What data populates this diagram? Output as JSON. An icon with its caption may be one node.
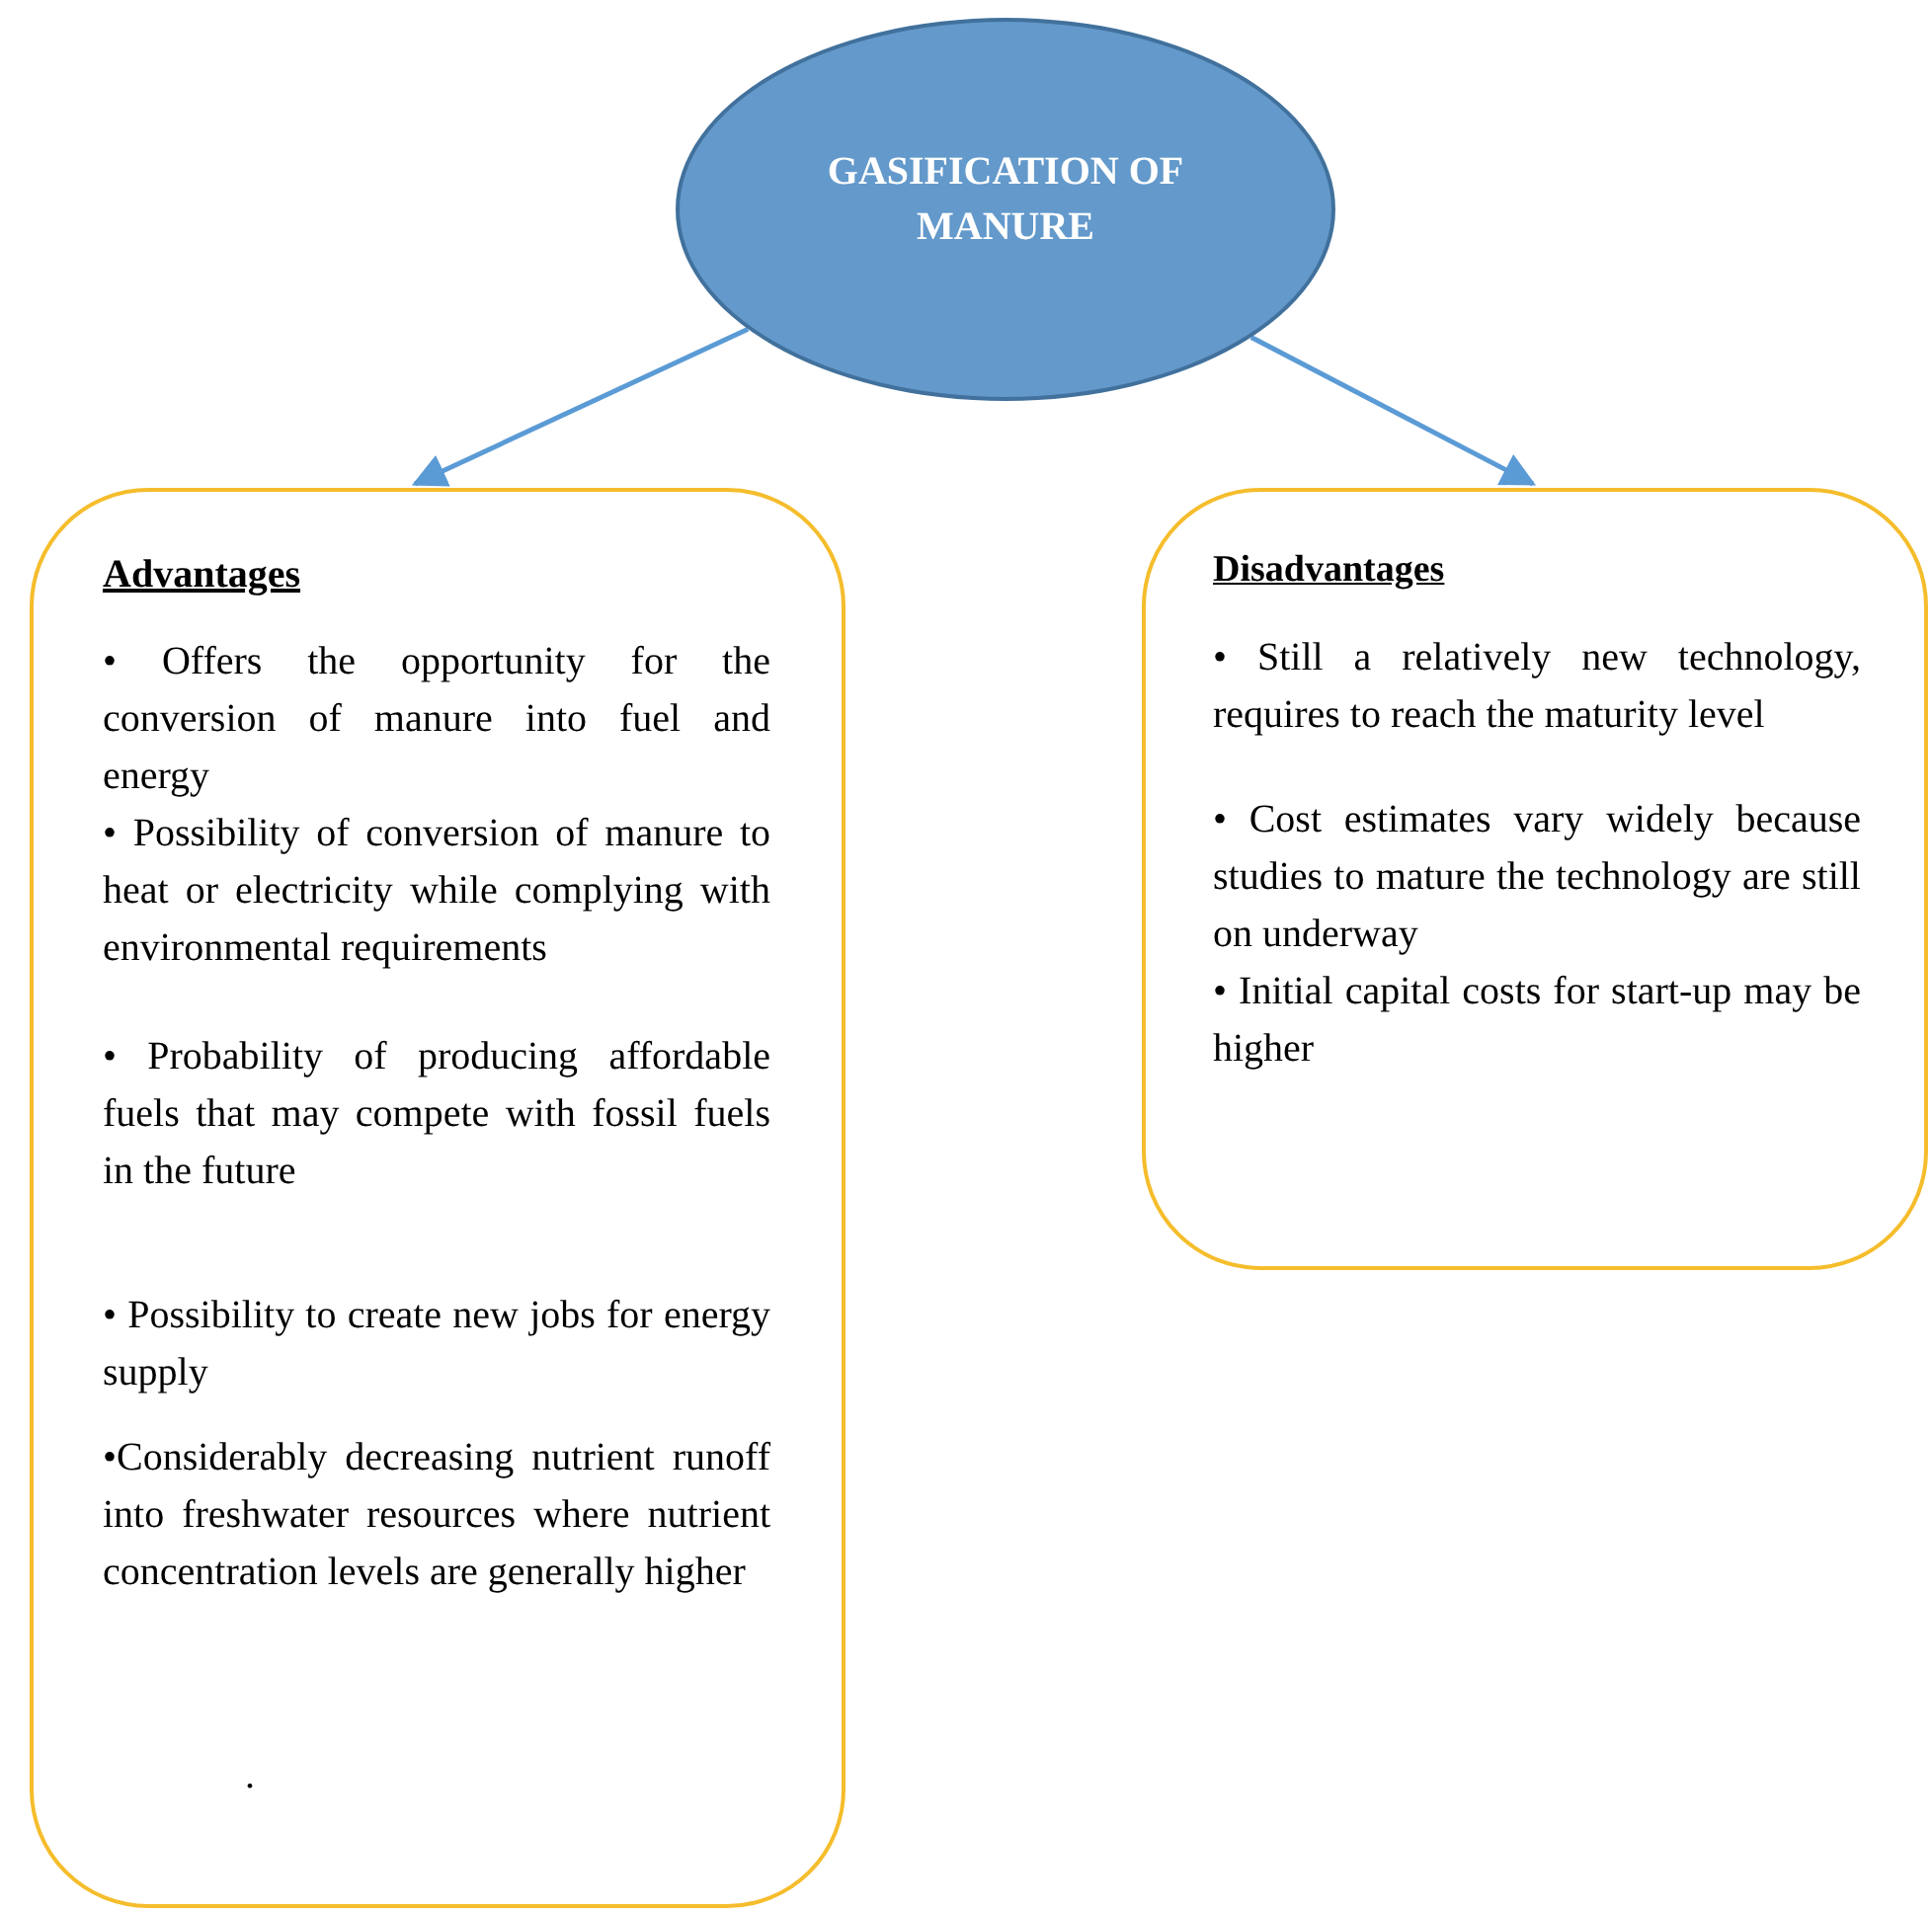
{
  "diagram": {
    "nodes": [
      {
        "text": [
          "GASIFICATION OF MANURE"
        ]
      },
      {
        "text": [
          "Advantages",
          "• Offers the opportunity for the conversion of manure into fuel and energy",
          "• Possibility of conversion of manure to heat or electricity while complying with environmental requirements",
          "• Probability of producing affordable fuels that may compete with fossil fuels in the future",
          "• Possibility to create new jobs for energy supply",
          "•Considerably decreasing nutrient runoff into freshwater resources where nutrient concentration levels are generally higher",
          "."
        ]
      },
      {
        "text": [
          "Disadvantages",
          "• Still a relatively new technology, requires to reach the maturity level",
          "• Cost estimates vary widely because studies to mature the technology are still on underway",
          "• Initial capital costs for start-up may be higher"
        ]
      }
    ],
    "edges": [
      {
        "from": 0,
        "to": 1,
        "arrow": "to"
      },
      {
        "from": 0,
        "to": 2,
        "arrow": "to"
      }
    ]
  }
}
